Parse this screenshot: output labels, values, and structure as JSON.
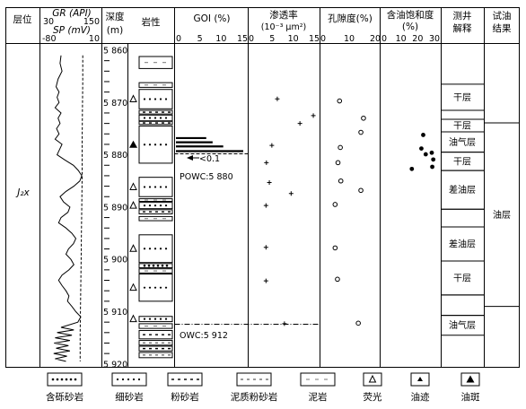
{
  "headers": {
    "layer": "层位",
    "gr_title": "GR (API)",
    "gr_min": "30",
    "gr_max": "150",
    "sp_title": "SP (mV)",
    "sp_min": "-80",
    "sp_max": "10",
    "depth_title": "深度",
    "depth_unit": "(m)",
    "lithology": "岩性",
    "goi_title": "GOI (%)",
    "perm_title": "渗透率",
    "perm_unit": "(10⁻³ μm²)",
    "porosity_title": "孔隙度(%)",
    "saturation_title_1": "含油饱和度",
    "saturation_title_2": "(%)",
    "interp_title_1": "测井",
    "interp_title_2": "解释",
    "test_title_1": "试油",
    "test_title_2": "结果"
  },
  "layer_name": "J₂x",
  "depth_ticks": [
    "5 860",
    "5 870",
    "5 880",
    "5 890",
    "5 900",
    "5 910",
    "5 920"
  ],
  "goi_axis": [
    "0",
    "5",
    "10",
    "15"
  ],
  "perm_axis": [
    "0",
    "5",
    "10",
    "15"
  ],
  "porosity_axis": [
    "0",
    "10",
    "20"
  ],
  "saturation_axis": [
    "0",
    "10",
    "20",
    "30"
  ],
  "annotations": {
    "goi_low": "<0.1",
    "powc": "POWC:5 880",
    "owc": "OWC:5 912"
  },
  "goi_bars": [
    {
      "depth": 5876.8,
      "value": 6.5
    },
    {
      "depth": 5877.6,
      "value": 8.0
    },
    {
      "depth": 5878.4,
      "value": 10.5
    },
    {
      "depth": 5879.3,
      "value": 15.2
    }
  ],
  "permeability_points": [
    {
      "depth": 5869.3,
      "value": 6.2
    },
    {
      "depth": 5872.5,
      "value": 14.8
    },
    {
      "depth": 5874.0,
      "value": 11.6
    },
    {
      "depth": 5878.2,
      "value": 4.9
    },
    {
      "depth": 5881.5,
      "value": 3.6
    },
    {
      "depth": 5885.3,
      "value": 4.3
    },
    {
      "depth": 5887.4,
      "value": 9.5
    },
    {
      "depth": 5889.7,
      "value": 3.5
    },
    {
      "depth": 5897.7,
      "value": 3.5
    },
    {
      "depth": 5904.1,
      "value": 3.5
    },
    {
      "depth": 5912.3,
      "value": 7.9
    }
  ],
  "porosity_points": [
    {
      "depth": 5869.7,
      "value": 6.3
    },
    {
      "depth": 5873.0,
      "value": 15.5
    },
    {
      "depth": 5875.7,
      "value": 14.5
    },
    {
      "depth": 5878.6,
      "value": 6.6
    },
    {
      "depth": 5881.5,
      "value": 5.7
    },
    {
      "depth": 5885.0,
      "value": 6.8
    },
    {
      "depth": 5886.8,
      "value": 14.5
    },
    {
      "depth": 5889.5,
      "value": 4.6
    },
    {
      "depth": 5897.8,
      "value": 4.6
    },
    {
      "depth": 5903.8,
      "value": 5.5
    },
    {
      "depth": 5912.2,
      "value": 13.5
    }
  ],
  "saturation_points": [
    {
      "depth": 5876.2,
      "value": 23.3
    },
    {
      "depth": 5878.8,
      "value": 22.2
    },
    {
      "depth": 5879.6,
      "value": 28.4
    },
    {
      "depth": 5879.9,
      "value": 24.8
    },
    {
      "depth": 5880.9,
      "value": 29.3
    },
    {
      "depth": 5882.3,
      "value": 28.7
    },
    {
      "depth": 5882.7,
      "value": 16.5
    }
  ],
  "interpretation": [
    {
      "top": 5866.5,
      "bottom": 5871.5,
      "label": "干层"
    },
    {
      "top": 5871.5,
      "bottom": 5873.2,
      "label": ""
    },
    {
      "top": 5873.2,
      "bottom": 5875.6,
      "label": "干层"
    },
    {
      "top": 5875.6,
      "bottom": 5879.5,
      "label": "油气层"
    },
    {
      "top": 5879.5,
      "bottom": 5883.0,
      "label": "干层"
    },
    {
      "top": 5883.0,
      "bottom": 5890.4,
      "label": "差油层"
    },
    {
      "top": 5890.4,
      "bottom": 5893.8,
      "label": ""
    },
    {
      "top": 5893.8,
      "bottom": 5900.3,
      "label": "差油层"
    },
    {
      "top": 5900.3,
      "bottom": 5906.8,
      "label": "干层"
    },
    {
      "top": 5906.8,
      "bottom": 5910.7,
      "label": ""
    },
    {
      "top": 5910.7,
      "bottom": 5914.5,
      "label": "油气层"
    }
  ],
  "test_result": {
    "top": 5873.9,
    "bottom": 5909.0,
    "label": "油层"
  },
  "lithology_intervals": [
    {
      "top": 5861.2,
      "bottom": 5863.5,
      "type": "mudstone"
    },
    {
      "top": 5866.2,
      "bottom": 5867.1,
      "type": "mudstone"
    },
    {
      "top": 5867.5,
      "bottom": 5871.2,
      "type": "fine",
      "shows": [
        "fluorescence"
      ]
    },
    {
      "top": 5871.5,
      "bottom": 5872.2,
      "type": "silt"
    },
    {
      "top": 5872.4,
      "bottom": 5873.5,
      "type": "fine"
    },
    {
      "top": 5873.6,
      "bottom": 5874.2,
      "type": "silt"
    },
    {
      "top": 5874.5,
      "bottom": 5881.6,
      "type": "fine",
      "shows": [
        "oil_spot"
      ]
    },
    {
      "top": 5884.3,
      "bottom": 5888.0,
      "type": "fine",
      "shows": [
        "fluorescence"
      ]
    },
    {
      "top": 5888.4,
      "bottom": 5888.9,
      "type": "mudstone"
    },
    {
      "top": 5889.1,
      "bottom": 5890.3,
      "type": "fine",
      "shows": [
        "fluorescence"
      ]
    },
    {
      "top": 5890.5,
      "bottom": 5891.3,
      "type": "silt"
    },
    {
      "top": 5891.8,
      "bottom": 5892.6,
      "type": "mudstone"
    },
    {
      "top": 5895.3,
      "bottom": 5900.6,
      "type": "fine",
      "shows": [
        "fluorescence"
      ]
    },
    {
      "top": 5900.8,
      "bottom": 5901.6,
      "type": "pebbly"
    },
    {
      "top": 5901.8,
      "bottom": 5902.6,
      "type": "mudstone"
    },
    {
      "top": 5902.8,
      "bottom": 5908.0,
      "type": "fine",
      "shows": [
        "fluorescence"
      ]
    },
    {
      "top": 5910.9,
      "bottom": 5911.9,
      "type": "fine",
      "shows": [
        "fluorescence"
      ]
    },
    {
      "top": 5912.3,
      "bottom": 5913.2,
      "type": "mudstone"
    },
    {
      "top": 5913.6,
      "bottom": 5915.2,
      "type": "silt"
    },
    {
      "top": 5915.5,
      "bottom": 5916.4,
      "type": "muddy_silt"
    },
    {
      "top": 5916.6,
      "bottom": 5917.5,
      "type": "silt"
    },
    {
      "top": 5917.8,
      "bottom": 5918.8,
      "type": "muddy_silt"
    }
  ],
  "gr_curve": [
    [
      5861.0,
      70
    ],
    [
      5862.5,
      68
    ],
    [
      5864.0,
      72
    ],
    [
      5865.5,
      64
    ],
    [
      5867.0,
      60
    ],
    [
      5868.0,
      66
    ],
    [
      5869.0,
      62
    ],
    [
      5870.0,
      66
    ],
    [
      5871.0,
      58
    ],
    [
      5872.0,
      70
    ],
    [
      5873.0,
      64
    ],
    [
      5874.0,
      68
    ],
    [
      5875.0,
      61
    ],
    [
      5876.0,
      66
    ],
    [
      5877.0,
      58
    ],
    [
      5878.0,
      72
    ],
    [
      5879.0,
      67
    ],
    [
      5880.0,
      62
    ],
    [
      5881.0,
      78
    ],
    [
      5882.0,
      95
    ],
    [
      5883.0,
      105
    ],
    [
      5884.0,
      112
    ],
    [
      5885.0,
      108
    ],
    [
      5886.0,
      96
    ],
    [
      5887.0,
      80
    ],
    [
      5888.0,
      68
    ],
    [
      5889.0,
      75
    ],
    [
      5890.0,
      88
    ],
    [
      5891.0,
      84
    ],
    [
      5892.0,
      70
    ],
    [
      5893.0,
      65
    ],
    [
      5894.0,
      80
    ],
    [
      5895.0,
      92
    ],
    [
      5896.0,
      100
    ],
    [
      5897.0,
      95
    ],
    [
      5898.0,
      85
    ],
    [
      5899.0,
      80
    ],
    [
      5900.0,
      90
    ],
    [
      5901.0,
      96
    ],
    [
      5902.0,
      86
    ],
    [
      5903.0,
      72
    ],
    [
      5904.0,
      65
    ],
    [
      5905.0,
      72
    ],
    [
      5906.0,
      80
    ],
    [
      5907.0,
      86
    ],
    [
      5908.0,
      83
    ],
    [
      5909.0,
      92
    ],
    [
      5910.0,
      100
    ],
    [
      5911.0,
      110
    ],
    [
      5912.0,
      104
    ],
    [
      5913.0,
      70
    ],
    [
      5913.5,
      96
    ],
    [
      5914.0,
      62
    ],
    [
      5914.5,
      92
    ],
    [
      5915.0,
      58
    ],
    [
      5915.5,
      88
    ],
    [
      5916.0,
      56
    ],
    [
      5916.5,
      85
    ],
    [
      5917.0,
      60
    ],
    [
      5917.5,
      88
    ],
    [
      5918.0,
      55
    ],
    [
      5918.5,
      82
    ],
    [
      5919.0,
      58
    ],
    [
      5919.5,
      80
    ]
  ],
  "sp_curve": [
    [
      5861.0,
      -17
    ],
    [
      5866.0,
      -17
    ],
    [
      5872.0,
      -17.5
    ],
    [
      5878.0,
      -18
    ],
    [
      5884.0,
      -18
    ],
    [
      5890.0,
      -18.5
    ],
    [
      5895.0,
      -19
    ],
    [
      5900.0,
      -19.5
    ],
    [
      5905.0,
      -20
    ],
    [
      5910.0,
      -20.5
    ],
    [
      5914.0,
      -21
    ],
    [
      5919.5,
      -21
    ]
  ],
  "legend": [
    {
      "label": "含砾砂岩",
      "type": "pebbly"
    },
    {
      "label": "细砂岩",
      "type": "fine"
    },
    {
      "label": "粉砂岩",
      "type": "silt"
    },
    {
      "label": "泥质粉砂岩",
      "type": "muddy_silt"
    },
    {
      "label": "泥岩",
      "type": "mudstone"
    },
    {
      "label": "荧光",
      "type": "fluorescence"
    },
    {
      "label": "油迹",
      "type": "oil_trace"
    },
    {
      "label": "油斑",
      "type": "oil_spot"
    }
  ]
}
